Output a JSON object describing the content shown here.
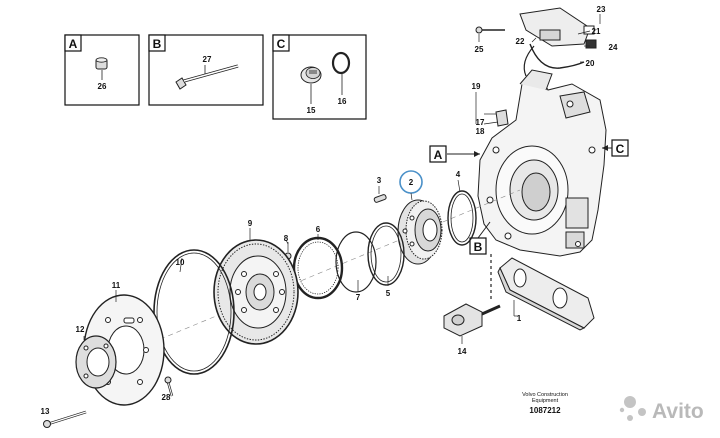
{
  "inset_boxes": [
    {
      "letter": "A",
      "parts": [
        "26"
      ]
    },
    {
      "letter": "B",
      "parts": [
        "27"
      ]
    },
    {
      "letter": "C",
      "parts": [
        "16",
        "15"
      ]
    }
  ],
  "callouts": {
    "A": "A",
    "B": "B",
    "C": "C"
  },
  "part_numbers": {
    "p1": "1",
    "p2": "2",
    "p3": "3",
    "p4": "4",
    "p5": "5",
    "p6": "6",
    "p7": "7",
    "p8": "8",
    "p9": "9",
    "p10": "10",
    "p11": "11",
    "p12": "12",
    "p13": "13",
    "p14": "14",
    "p17": "17",
    "p18": "18",
    "p19": "19",
    "p20": "20",
    "p21": "21",
    "p22": "22",
    "p23": "23",
    "p24": "24",
    "p25": "25",
    "p28": "28"
  },
  "footer": {
    "line1": "Volvo Construction",
    "line2": "Equipment",
    "drawing_number": "1087212"
  },
  "watermark": {
    "text": "Avito"
  },
  "colors": {
    "highlight_circle": "#4a90c8",
    "line": "#222222"
  }
}
